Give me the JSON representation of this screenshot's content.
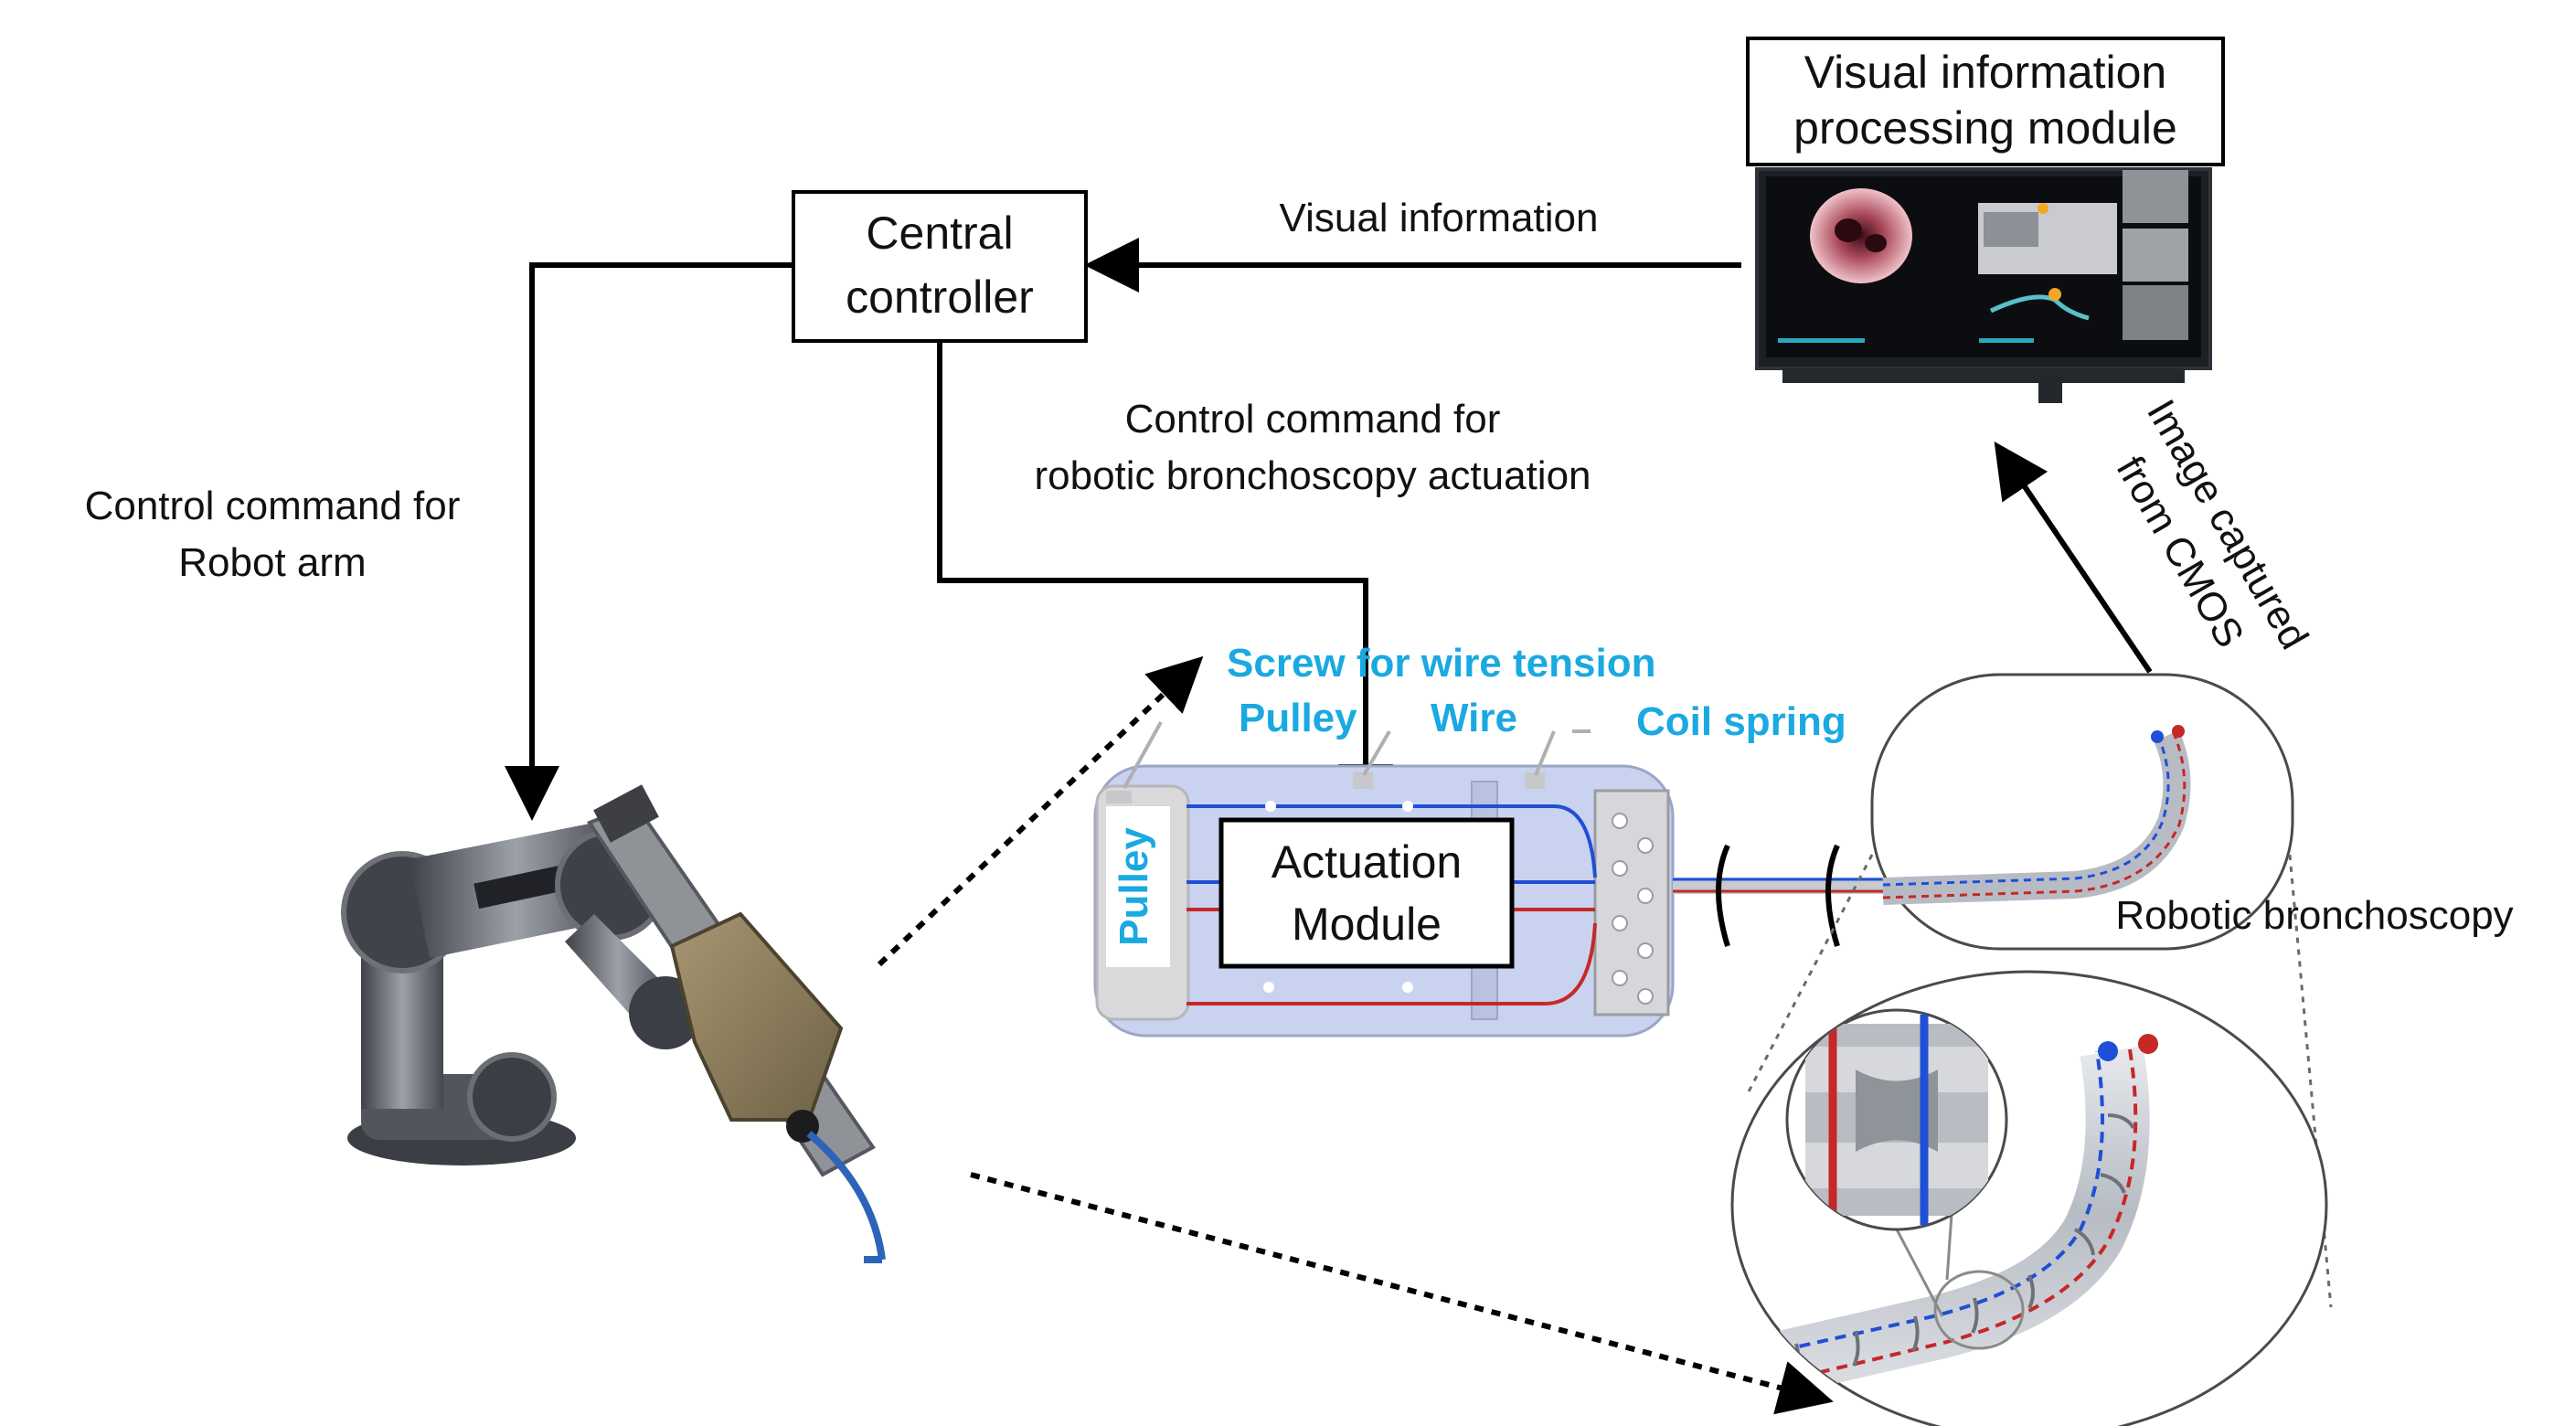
{
  "nodes": {
    "central_controller": [
      "Central",
      "controller"
    ],
    "visual_module": [
      "Visual information",
      "processing module"
    ],
    "actuation_module": [
      "Actuation",
      "Module"
    ]
  },
  "labels": {
    "visual_information": "Visual information",
    "control_robot_arm": [
      "Control command for",
      "Robot arm"
    ],
    "control_actuation": [
      "Control command for",
      "robotic bronchoscopy actuation"
    ],
    "image_captured": [
      "Image captured",
      "from CMOS"
    ],
    "robotic_bronchoscopy": "Robotic bronchoscopy"
  },
  "component_labels": {
    "screw": "Screw for wire tension",
    "pulley_top": "Pulley",
    "wire": "Wire",
    "coil_spring": "Coil spring",
    "pulley_side": "Pulley"
  },
  "colors": {
    "accent_blue": "#1aa9e0",
    "wire_blue": "#1f4fd6",
    "wire_red": "#c62828",
    "module_fill": "#c9d3f0",
    "arm_gray": "#5c5f66",
    "tool_khaki": "#8a7b5c"
  }
}
